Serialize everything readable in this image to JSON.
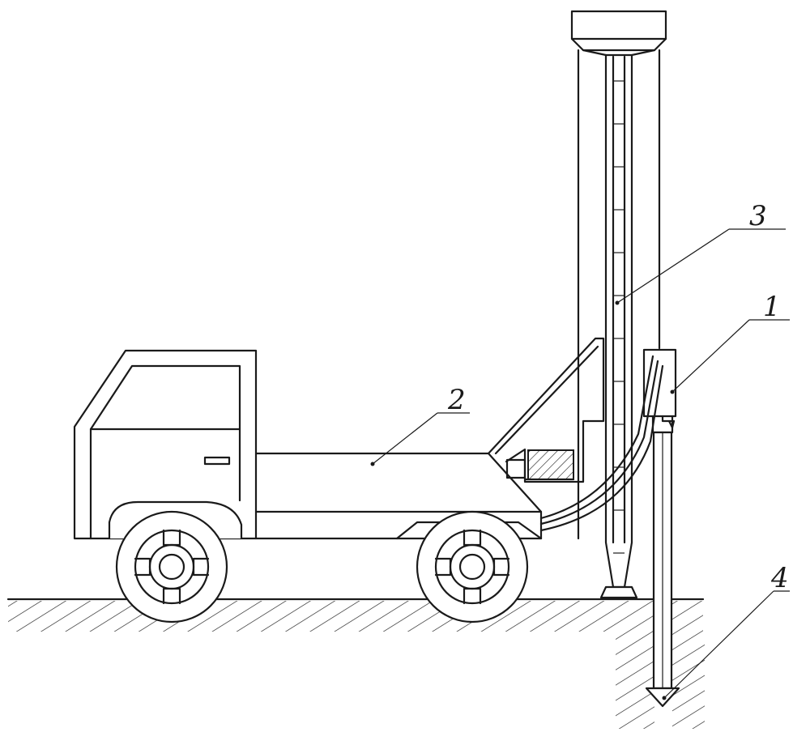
{
  "labels": {
    "part1": "1",
    "part2": "2",
    "part3": "3",
    "part4": "4"
  }
}
